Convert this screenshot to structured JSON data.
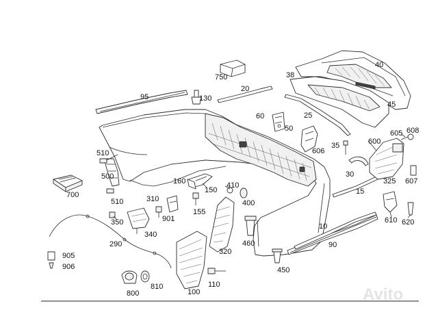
{
  "callouts": [
    {
      "id": "40",
      "text": "40"
    },
    {
      "id": "38",
      "text": "38"
    },
    {
      "id": "45",
      "text": "45"
    },
    {
      "id": "750",
      "text": "750"
    },
    {
      "id": "95",
      "text": "95"
    },
    {
      "id": "130",
      "text": "130"
    },
    {
      "id": "20",
      "text": "20"
    },
    {
      "id": "25",
      "text": "25"
    },
    {
      "id": "60",
      "text": "60"
    },
    {
      "id": "50",
      "text": "50"
    },
    {
      "id": "606",
      "text": "606"
    },
    {
      "id": "35",
      "text": "35"
    },
    {
      "id": "605",
      "text": "605"
    },
    {
      "id": "608",
      "text": "608"
    },
    {
      "id": "600",
      "text": "600"
    },
    {
      "id": "510a",
      "text": "510"
    },
    {
      "id": "500",
      "text": "500"
    },
    {
      "id": "510b",
      "text": "510"
    },
    {
      "id": "700",
      "text": "700"
    },
    {
      "id": "160",
      "text": "160"
    },
    {
      "id": "150",
      "text": "150"
    },
    {
      "id": "410",
      "text": "410"
    },
    {
      "id": "400",
      "text": "400"
    },
    {
      "id": "30",
      "text": "30"
    },
    {
      "id": "325",
      "text": "325"
    },
    {
      "id": "607",
      "text": "607"
    },
    {
      "id": "15",
      "text": "15"
    },
    {
      "id": "310",
      "text": "310"
    },
    {
      "id": "155",
      "text": "155"
    },
    {
      "id": "901",
      "text": "901"
    },
    {
      "id": "350",
      "text": "350"
    },
    {
      "id": "610",
      "text": "610"
    },
    {
      "id": "620",
      "text": "620"
    },
    {
      "id": "340",
      "text": "340"
    },
    {
      "id": "10",
      "text": "10"
    },
    {
      "id": "290",
      "text": "290"
    },
    {
      "id": "460",
      "text": "460"
    },
    {
      "id": "90",
      "text": "90"
    },
    {
      "id": "905",
      "text": "905"
    },
    {
      "id": "906",
      "text": "906"
    },
    {
      "id": "320",
      "text": "320"
    },
    {
      "id": "450",
      "text": "450"
    },
    {
      "id": "110",
      "text": "110"
    },
    {
      "id": "810",
      "text": "810"
    },
    {
      "id": "800",
      "text": "800"
    },
    {
      "id": "100",
      "text": "100"
    }
  ],
  "watermark": "Avito"
}
